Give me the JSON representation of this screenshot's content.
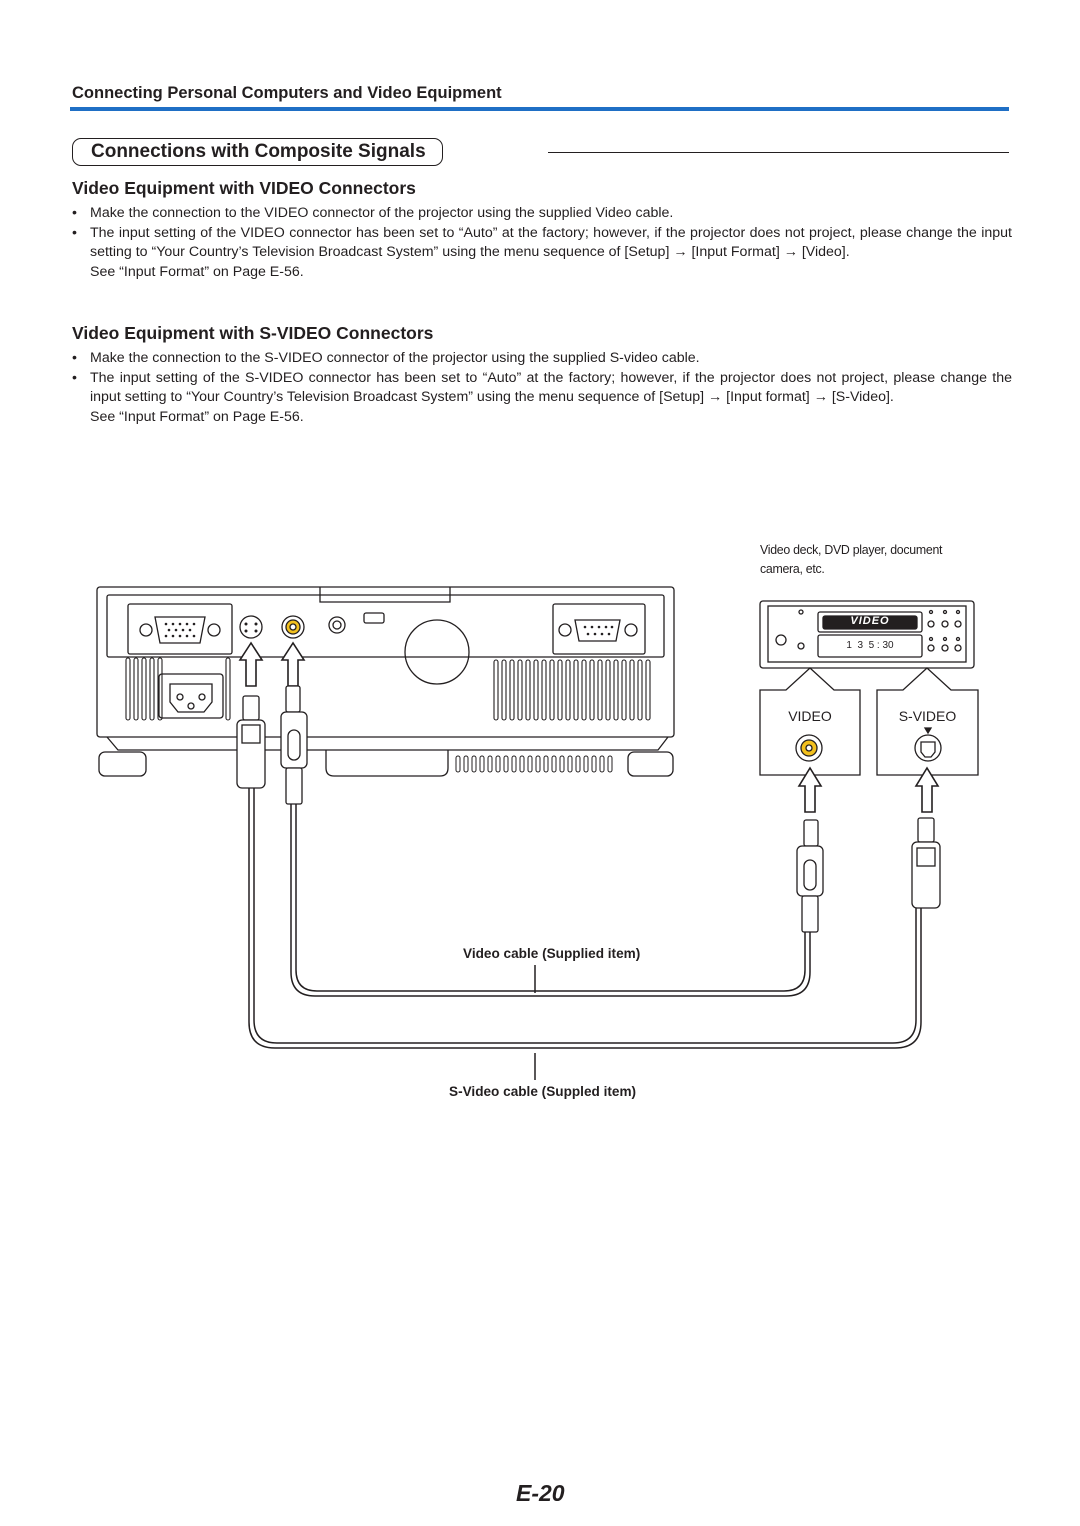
{
  "header": {
    "title": "Connecting Personal Computers and Video Equipment",
    "rule_color": "#1f6fc5"
  },
  "section": {
    "title": "Connections with Composite Signals"
  },
  "video_section": {
    "heading": "Video Equipment with VIDEO Connectors",
    "bullets": [
      "Make the connection to the VIDEO connector of the projector using the supplied Video cable.",
      "The input setting of the VIDEO connector has been set to “Auto” at the factory; however, if the projector does not project, please change the input setting to “Your Country’s Television Broadcast System” using the menu sequence of [Setup] → [Input Format] → [Video]."
    ],
    "see": "See “Input Format” on Page E-56."
  },
  "svideo_section": {
    "heading": "Video Equipment with S-VIDEO Connectors",
    "bullets": [
      "Make the connection to the S-VIDEO connector of the projector using the supplied S-video cable.",
      "The input setting of the S-VIDEO connector has been set to “Auto” at the factory; however, if the projector does not project, please change the input setting to “Your Country’s Television Broadcast System” using the menu sequence of [Setup] → [Input format] → [S-Video]."
    ],
    "see": "See “Input Format” on Page E-56."
  },
  "diagram": {
    "device_caption": "Video deck, DVD player, document camera, etc.",
    "deck_logo": "VIDEO",
    "deck_display": "1  3  5 : 30",
    "port_video_label": "VIDEO",
    "port_svideo_label": "S-VIDEO",
    "video_cable_label": "Video cable (Supplied item)",
    "svideo_cable_label": "S-Video cable (Suppled item)",
    "video_port_color": "#f2c01e"
  },
  "page_number": "E-20"
}
